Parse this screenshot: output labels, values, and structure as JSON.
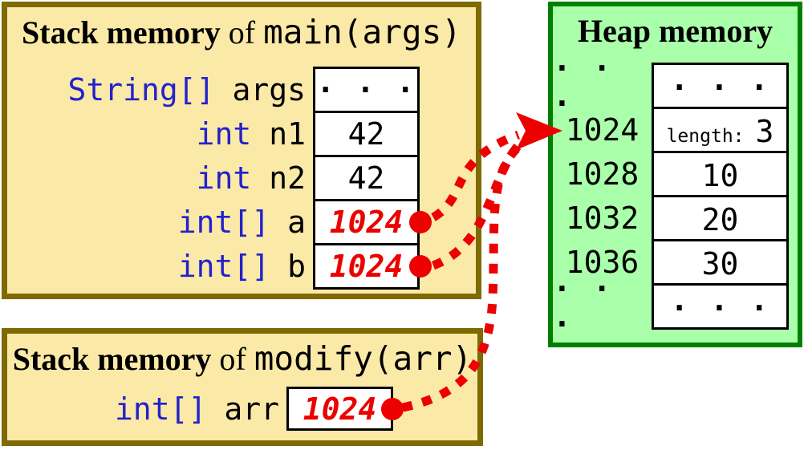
{
  "main_stack": {
    "title": {
      "bold": "Stack memory",
      "mid": " of ",
      "code": "main(args)"
    },
    "rows": [
      {
        "type": "String[]",
        "name": "args",
        "value": "· · ·"
      },
      {
        "type": "int",
        "name": "n1",
        "value": "42"
      },
      {
        "type": "int",
        "name": "n2",
        "value": "42"
      },
      {
        "type": "int[]",
        "name": "a",
        "value": "1024"
      },
      {
        "type": "int[]",
        "name": "b",
        "value": "1024"
      }
    ]
  },
  "modify_stack": {
    "title": {
      "bold": "Stack memory",
      "mid": " of ",
      "code": "modify(arr)"
    },
    "rows": [
      {
        "type": "int[]",
        "name": "arr",
        "value": "1024"
      }
    ]
  },
  "heap": {
    "title": "Heap memory",
    "rows": [
      {
        "address": "· · ·",
        "value": "· · ·"
      },
      {
        "address": "1024",
        "label": "length:",
        "value": "3"
      },
      {
        "address": "1028",
        "value": "10"
      },
      {
        "address": "1032",
        "value": "20"
      },
      {
        "address": "1036",
        "value": "30"
      },
      {
        "address": "· · ·",
        "value": "· · ·"
      }
    ]
  },
  "pointers": [
    {
      "from": "a",
      "to": "1024"
    },
    {
      "from": "b",
      "to": "1024"
    },
    {
      "from": "arr",
      "to": "1024"
    }
  ],
  "colors": {
    "stack_bg": "#FBE9A7",
    "stack_border": "#7E6A00",
    "heap_bg": "#AAFFAA",
    "heap_border": "#008000",
    "type_blue": "#2222CC",
    "pointer_red": "#EC0000"
  }
}
